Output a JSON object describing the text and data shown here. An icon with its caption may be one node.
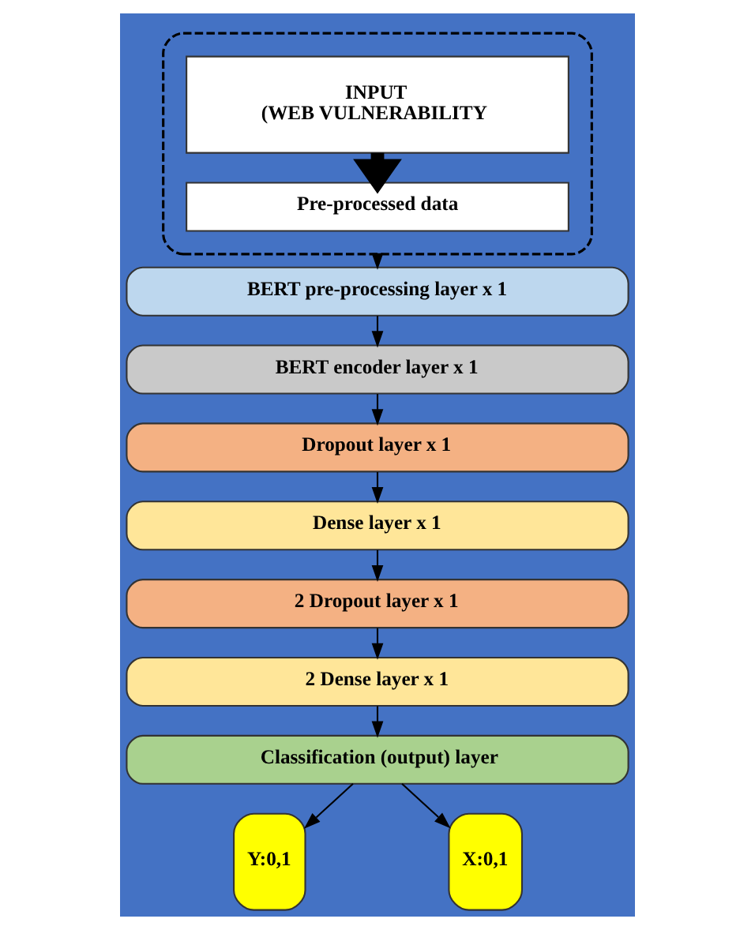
{
  "diagram": {
    "nodes": [
      {
        "text": [],
        "shape": "box"
      },
      {
        "text": [
          "INPUT",
          "(WEB VULNERABILITY"
        ],
        "in": 0
      },
      {
        "text": [
          "Pre-processed data"
        ],
        "in": 0
      },
      {
        "text": [
          "BERT pre-processing layer x 1"
        ]
      },
      {
        "text": [
          "BERT encoder layer x 1"
        ]
      },
      {
        "text": [
          "Dropout layer x 1"
        ]
      },
      {
        "text": [
          "Dense layer x 1"
        ]
      },
      {
        "text": [
          "2 Dropout layer x 1"
        ]
      },
      {
        "text": [
          "2 Dense layer x 1"
        ]
      },
      {
        "text": [
          "Classification (output) layer"
        ]
      },
      {
        "text": [
          "Y:0,1"
        ]
      },
      {
        "text": [
          "X:0,1"
        ]
      }
    ],
    "edges": [
      {
        "from": 1,
        "to": 2,
        "arrow": "to",
        "style": "thick"
      },
      {
        "from": 0,
        "to": 3,
        "arrow": "to"
      },
      {
        "from": 3,
        "to": 4,
        "arrow": "to"
      },
      {
        "from": 4,
        "to": 5,
        "arrow": "to"
      },
      {
        "from": 5,
        "to": 6,
        "arrow": "to"
      },
      {
        "from": 6,
        "to": 7,
        "arrow": "to"
      },
      {
        "from": 7,
        "to": 8,
        "arrow": "to"
      },
      {
        "from": 8,
        "to": 9,
        "arrow": "to"
      },
      {
        "from": 9,
        "to": 10,
        "arrow": "to"
      },
      {
        "from": 9,
        "to": 11,
        "arrow": "to"
      }
    ]
  }
}
